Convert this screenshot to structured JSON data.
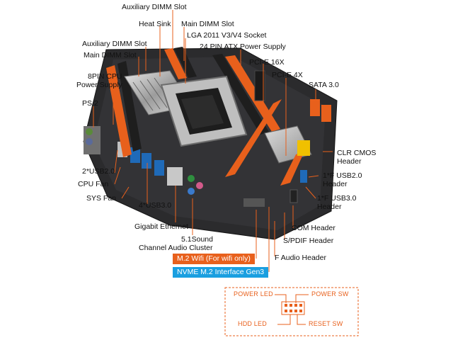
{
  "labels": {
    "aux_dimm_top": "Auxiliary DIMM Slot",
    "main_dimm_top": "Main DIMM Slot",
    "heat_sink": "Heat Sink",
    "lga_socket": "LGA 2011 V3/V4 Socket",
    "atx_power": "24 PIN ATX Power Supply",
    "aux_dimm_left": "Auxiliary DIMM Slot",
    "main_dimm_left": "Main DIMM Slot",
    "pcie16": "PCI-E 16X",
    "pcie4": "PCI-E 4X",
    "cpu_power_1": "8PIN CPU",
    "cpu_power_2": "Power Supply",
    "sata": "SATA 3.0",
    "ps2": "PS/2",
    "clr_cmos_1": "CLR CMOS",
    "clr_cmos_2": "Header",
    "usb2_rear": "2*USB2.0",
    "f_usb2_1": "1*F USB2.0",
    "f_usb2_2": "Header",
    "cpu_fan": "CPU Fan",
    "f_usb3_1": "1*F USB3.0",
    "f_usb3_2": "Header",
    "sys_fan": "SYS Fan",
    "usb3_rear": "4*USB3.0",
    "gigabit": "Gigabit Ethernet",
    "com": "COM Header",
    "sound_1": "5.1Sound",
    "sound_2": "Channel Audio Cluster",
    "spdif": "S/PDIF Header",
    "f_audio": "F Audio Header"
  },
  "tags": {
    "m2_wifi": "M.2 Wifi (For wifi only)",
    "nvme": "NVME M.2 Interface Gen3"
  },
  "panel": {
    "power_led": "POWER LED",
    "power_sw": "POWER SW",
    "hdd_led": "HDD  LED",
    "reset_sw": "RESET SW"
  },
  "colors": {
    "accent": "#e8601c",
    "board": "#2b2b2d",
    "blue_tag": "#1a9fe0"
  }
}
